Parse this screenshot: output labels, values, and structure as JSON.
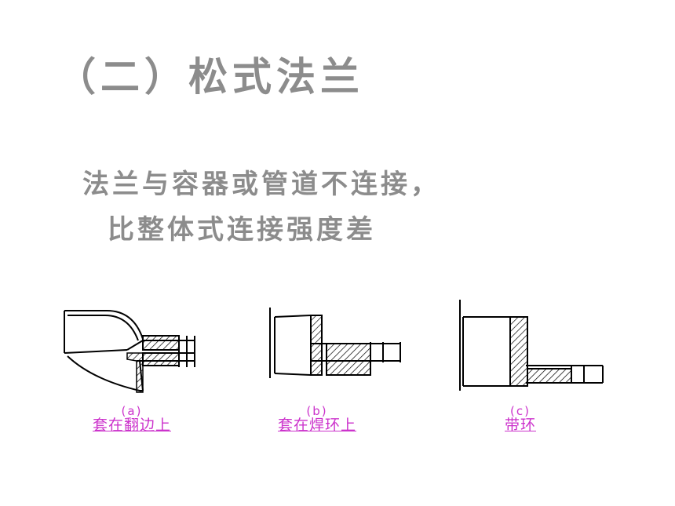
{
  "title": "（二）松式法兰",
  "description": {
    "line1": "法兰与容器或管道不连接，",
    "line2": "比整体式连接强度差"
  },
  "figures": [
    {
      "label": "(a)",
      "caption": "套在翻边上"
    },
    {
      "label": "(b)",
      "caption": "套在焊环上"
    },
    {
      "label": "(c)",
      "caption": "带环"
    }
  ],
  "colors": {
    "text_gray": "#8c8c8c",
    "caption_magenta": "#cc33cc",
    "drawing": "#000000"
  }
}
